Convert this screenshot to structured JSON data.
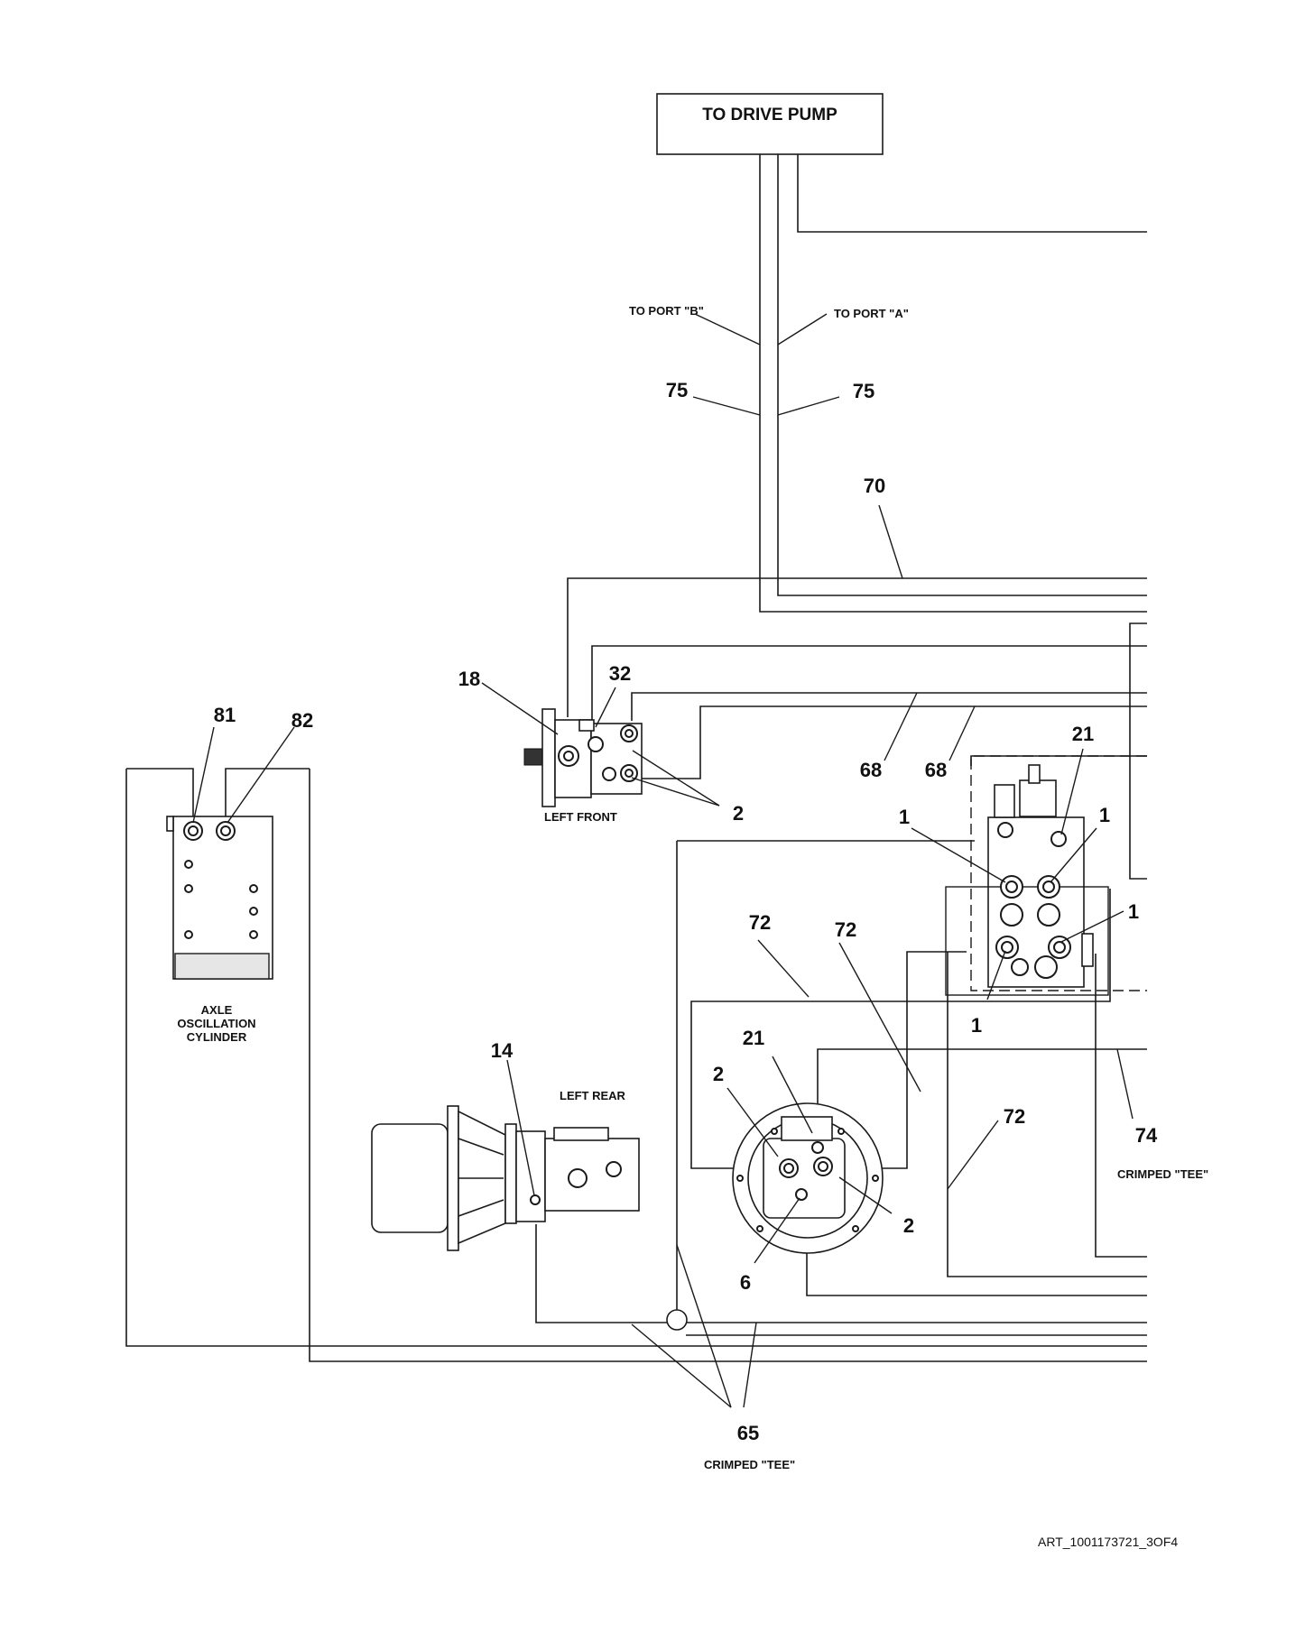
{
  "diagram": {
    "header_box": "TO DRIVE PUMP",
    "port_labels": {
      "port_b": "TO PORT \"B\"",
      "port_a": "TO PORT \"A\""
    },
    "component_labels": {
      "left_front": "LEFT FRONT",
      "left_rear": "LEFT REAR",
      "axle_line1": "AXLE",
      "axle_line2": "OSCILLATION",
      "axle_line3": "CYLINDER"
    },
    "crimped_tee_right": "CRIMPED \"TEE\"",
    "crimped_tee_bottom": "CRIMPED \"TEE\"",
    "callouts": {
      "c75_left": "75",
      "c75_right": "75",
      "c70": "70",
      "c18": "18",
      "c32": "32",
      "c81": "81",
      "c82": "82",
      "c68_a": "68",
      "c68_b": "68",
      "c2_front": "2",
      "c21_top": "21",
      "c1_a": "1",
      "c1_b": "1",
      "c1_c": "1",
      "c1_d": "1",
      "c72_a": "72",
      "c72_b": "72",
      "c72_c": "72",
      "c14": "14",
      "c21_mid": "21",
      "c2_mid_a": "2",
      "c2_mid_b": "2",
      "c6": "6",
      "c74": "74",
      "c65": "65"
    },
    "drawing_id": "ART_1001173721_3OF4"
  }
}
